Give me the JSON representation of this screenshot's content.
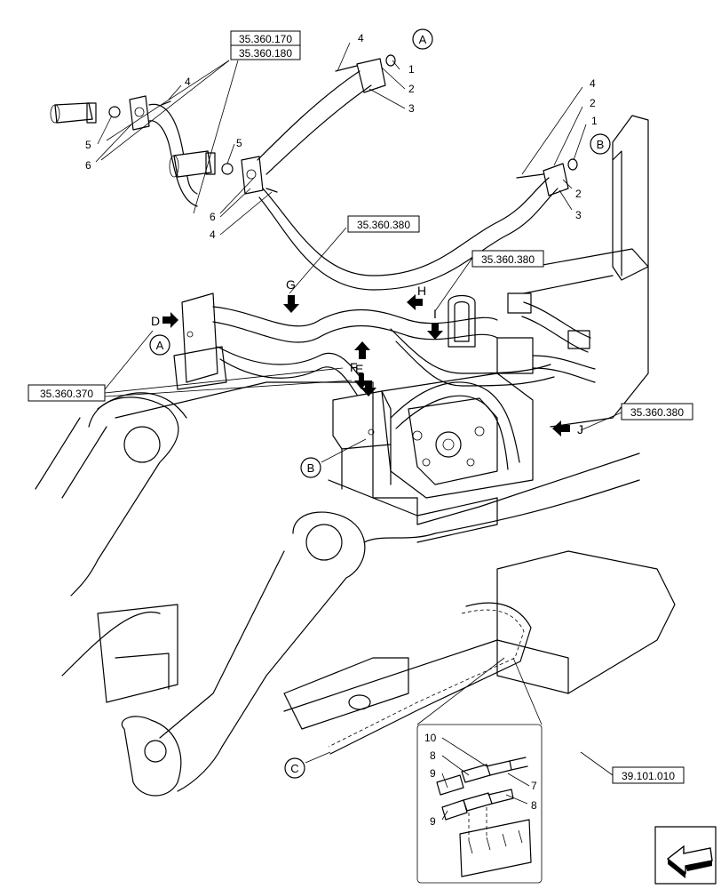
{
  "references": {
    "r170": "35.360.170",
    "r180": "35.360.180",
    "r380a": "35.360.380",
    "r380b": "35.360.380",
    "r370": "35.360.370",
    "r380c": "35.360.380",
    "r101": "39.101.010"
  },
  "circle_labels": {
    "a_top": "A",
    "b_top": "B",
    "a_left": "A",
    "b_mid": "B",
    "c_bottom": "C"
  },
  "view_letters": {
    "d": "D",
    "e": "E",
    "f": "F",
    "g": "G",
    "h": "H",
    "i": "I",
    "j": "J"
  },
  "callouts": {
    "top_4": "4",
    "top_1": "1",
    "top_2": "2",
    "top_3": "3",
    "left_4": "4",
    "left_5a": "5",
    "left_6a": "6",
    "left_5b": "5",
    "left_6b": "6",
    "left_4b": "4",
    "right_4": "4",
    "right_2": "2",
    "right_1": "1",
    "right_2b": "2",
    "right_3": "3",
    "det_10": "10",
    "det_8a": "8",
    "det_9a": "9",
    "det_7": "7",
    "det_8b": "8",
    "det_9b": "9"
  },
  "icons": [
    "view-direction-arrow-icon",
    "navigation-arrow-icon"
  ]
}
